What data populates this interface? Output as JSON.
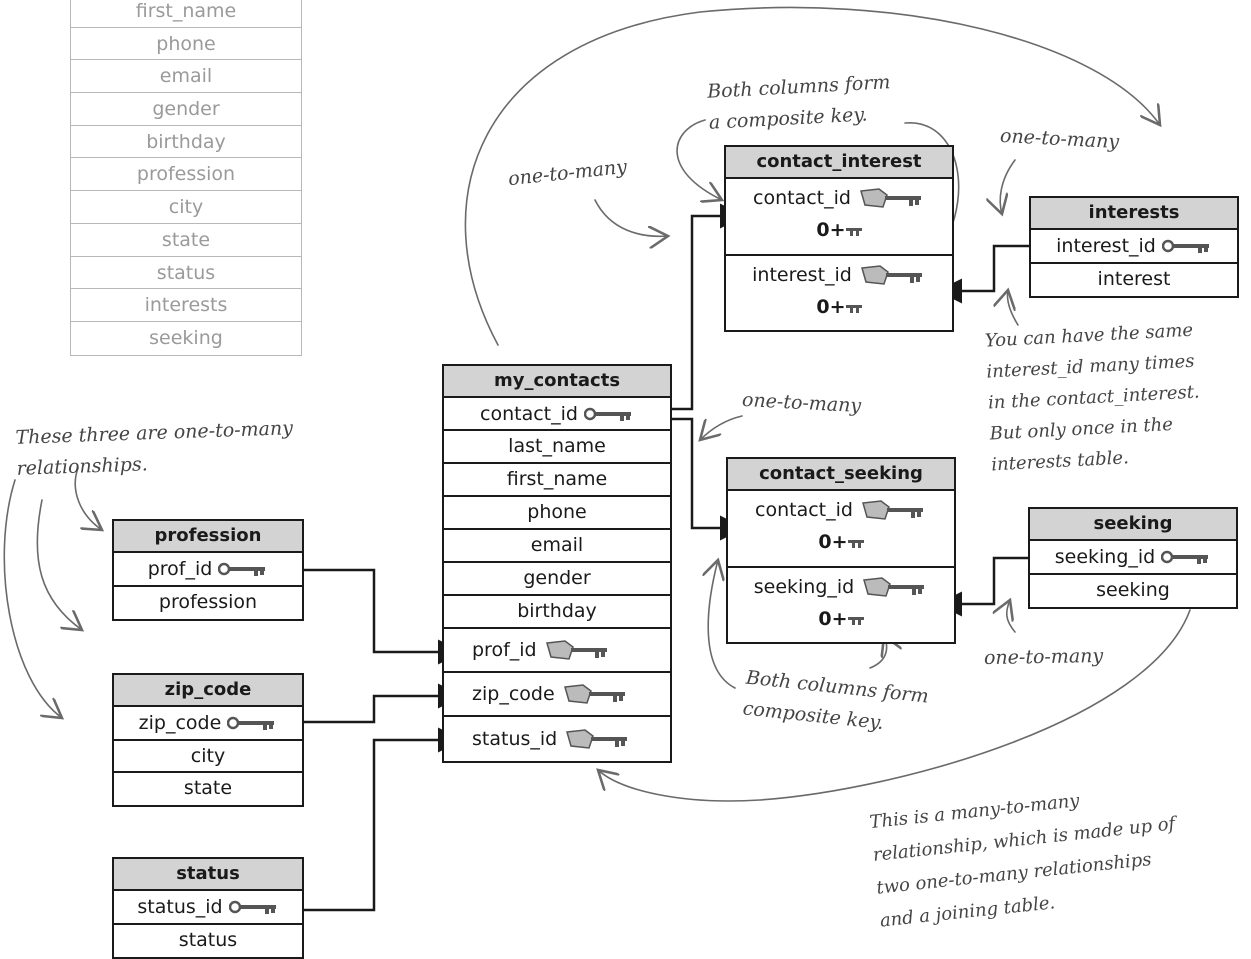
{
  "faded_table": {
    "rows": [
      "first_name",
      "phone",
      "email",
      "gender",
      "birthday",
      "profession",
      "city",
      "state",
      "status",
      "interests",
      "seeking"
    ]
  },
  "tables": {
    "my_contacts": {
      "title": "my_contacts",
      "pk": "contact_id",
      "cols": [
        "last_name",
        "first_name",
        "phone",
        "email",
        "gender",
        "birthday"
      ],
      "fks": [
        "prof_id",
        "zip_code",
        "status_id"
      ]
    },
    "profession": {
      "title": "profession",
      "pk": "prof_id",
      "cols": [
        "profession"
      ]
    },
    "zip_code": {
      "title": "zip_code",
      "pk": "zip_code",
      "cols": [
        "city",
        "state"
      ]
    },
    "status": {
      "title": "status",
      "pk": "status_id",
      "cols": [
        "status"
      ]
    },
    "contact_interest": {
      "title": "contact_interest",
      "keys": [
        "contact_id",
        "interest_id"
      ],
      "symbol": "0+"
    },
    "interests": {
      "title": "interests",
      "pk": "interest_id",
      "cols": [
        "interest"
      ]
    },
    "contact_seeking": {
      "title": "contact_seeking",
      "keys": [
        "contact_id",
        "seeking_id"
      ],
      "symbol": "0+"
    },
    "seeking": {
      "title": "seeking",
      "pk": "seeking_id",
      "cols": [
        "seeking"
      ]
    }
  },
  "notes": {
    "composite_top": [
      "Both columns form",
      "a composite key."
    ],
    "otm_top_left": "one-to-many",
    "otm_top_right": "one-to-many",
    "otm_middle": "one-to-many",
    "otm_bottom_right": "one-to-many",
    "three_otm": [
      "These three are one-to-many",
      "relationships."
    ],
    "same_interest": [
      "You can have the same",
      "interest_id many times",
      "in the contact_interest.",
      "But only once in the",
      "interests table."
    ],
    "composite_bottom": [
      "Both columns form",
      "composite key."
    ],
    "many_to_many": [
      "This is a many-to-many",
      "relationship, which is made up of",
      "two one-to-many relationships",
      "and a joining table."
    ]
  },
  "icons": {
    "primary_key": "key-icon",
    "foreign_key": "fancy-key-icon",
    "arrow": "arrow-icon"
  },
  "colors": {
    "ink": "#1a1a1a",
    "header": "#d3d3d3",
    "faded": "#9a9a9a",
    "handwriting": "#444444"
  }
}
